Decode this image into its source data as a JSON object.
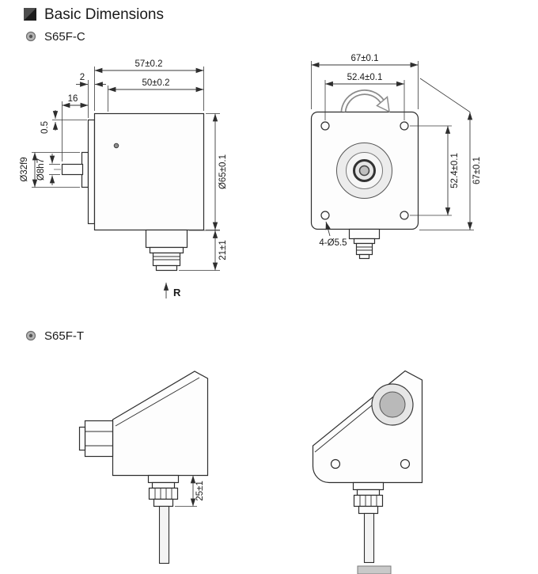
{
  "page": {
    "title": "Basic Dimensions",
    "section_c": "S65F-C",
    "section_t": "S65F-T"
  },
  "c_side": {
    "overall_width": "57±0.2",
    "front_step": "2",
    "shaft_length": "16",
    "body_depth": "50±0.2",
    "spigot_offset": "0.5",
    "spigot_dia": "Ø32f9",
    "shaft_dia": "Ø8h7",
    "body_dia": "Ø65±0.1",
    "connector_height": "21±1",
    "radial_label": "R"
  },
  "c_front": {
    "overall_width": "67±0.1",
    "hole_pitch_h": "52.4±0.1",
    "hole_pitch_v": "52.4±0.1",
    "overall_height": "67±0.1",
    "mounting_holes": "4-Ø5.5"
  },
  "t_side": {
    "gland_height": "25±1"
  }
}
